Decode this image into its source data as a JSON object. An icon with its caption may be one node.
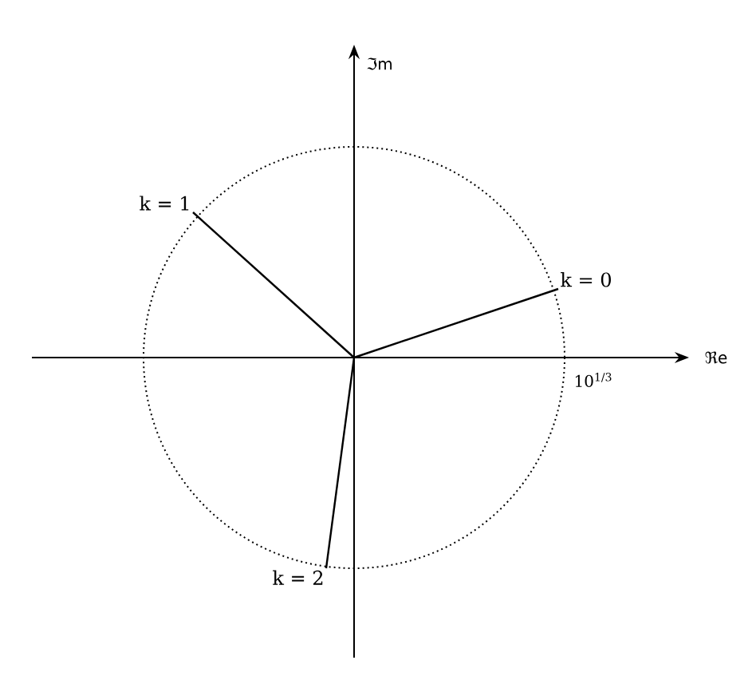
{
  "diagram": {
    "nodes": [
      {
        "text": [
          "k = 0"
        ]
      },
      {
        "text": [
          "k = 1"
        ]
      },
      {
        "text": [
          "k = 2"
        ]
      }
    ],
    "edges": [
      {
        "from": null,
        "to": 0,
        "arrow": "none"
      },
      {
        "from": null,
        "to": 1,
        "arrow": "none"
      },
      {
        "from": null,
        "to": 2,
        "arrow": "none"
      }
    ],
    "labels": [
      "ℑm",
      "ℜe",
      "10$^{1/3}$"
    ]
  }
}
